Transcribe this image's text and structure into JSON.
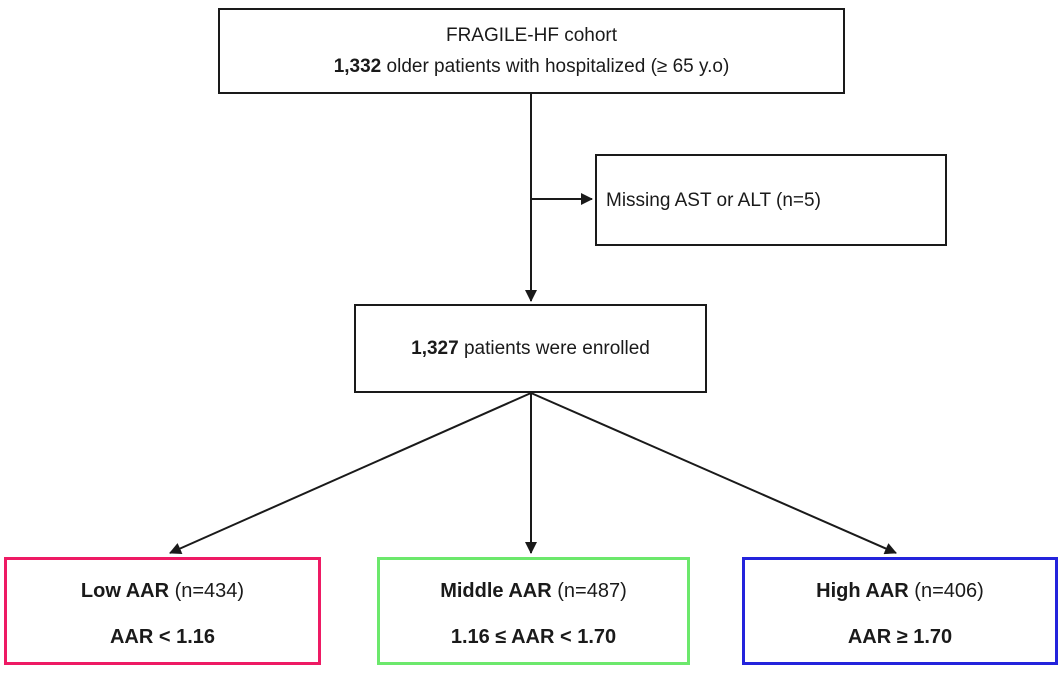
{
  "flowchart": {
    "line_color": "#1a1a1a",
    "cohort": {
      "line1": "FRAGILE-HF cohort",
      "count": "1,332",
      "line2_rest": " older patients with hospitalized (≥ 65 y.o)"
    },
    "exclusion": {
      "label": "Missing AST or ALT (n=5)"
    },
    "enrolled": {
      "count": "1,327",
      "rest": " patients were enrolled"
    },
    "groups": [
      {
        "name": "Low AAR",
        "n_label": " (n=434)",
        "criteria": "AAR < 1.16",
        "border_color": "#ee1a64"
      },
      {
        "name": "Middle AAR",
        "n_label": " (n=487)",
        "criteria": "1.16 ≤ AAR < 1.70",
        "border_color": "#6ce86c"
      },
      {
        "name": "High AAR",
        "n_label": " (n=406)",
        "criteria": "AAR ≥ 1.70",
        "border_color": "#2323dc"
      }
    ]
  }
}
